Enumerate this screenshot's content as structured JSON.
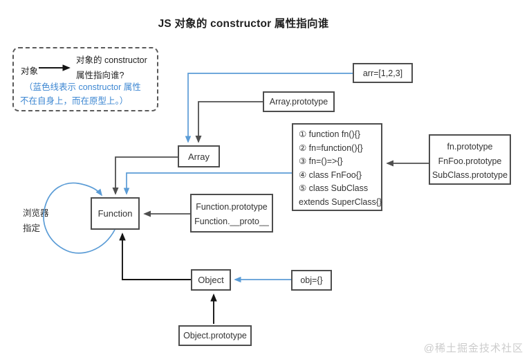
{
  "title": "JS 对象的 constructor 属性指向谁",
  "colors": {
    "blue_line": "#5b9cd6",
    "note_blue": "#3d87d2",
    "gray_line": "#4f4f4f",
    "black_line": "#141414",
    "box_border": "#4d4d4d",
    "text": "#333333",
    "watermark": "#cccccc"
  },
  "legend": {
    "subject": "对象",
    "desc_line1": "对象的 constructor",
    "desc_line2": "属性指向谁?",
    "note_line1": "（蓝色线表示 constructor 属性",
    "note_line2": "不在自身上，而在原型上。）"
  },
  "nodes": {
    "arr": "arr=[1,2,3]",
    "array_prototype": "Array.prototype",
    "array": "Array",
    "fn_cases": {
      "lines": [
        "① function fn(){}",
        "② fn=function(){}",
        "③ fn=()=>{}",
        "④ class FnFoo{}",
        "⑤ class SubClass",
        "extends SuperClass{}"
      ]
    },
    "fn_prototypes": {
      "lines": [
        "fn.prototype",
        "FnFoo.prototype",
        "SubClass.prototype"
      ]
    },
    "function": "Function",
    "function_prototype": {
      "lines": [
        "Function.prototype",
        "Function.__proto__"
      ]
    },
    "object": "Object",
    "obj": "obj={}",
    "object_prototype": "Object.prototype"
  },
  "annotations": {
    "browser_line1": "浏览器",
    "browser_line2": "指定",
    "watermark": "@稀土掘金技术社区"
  }
}
